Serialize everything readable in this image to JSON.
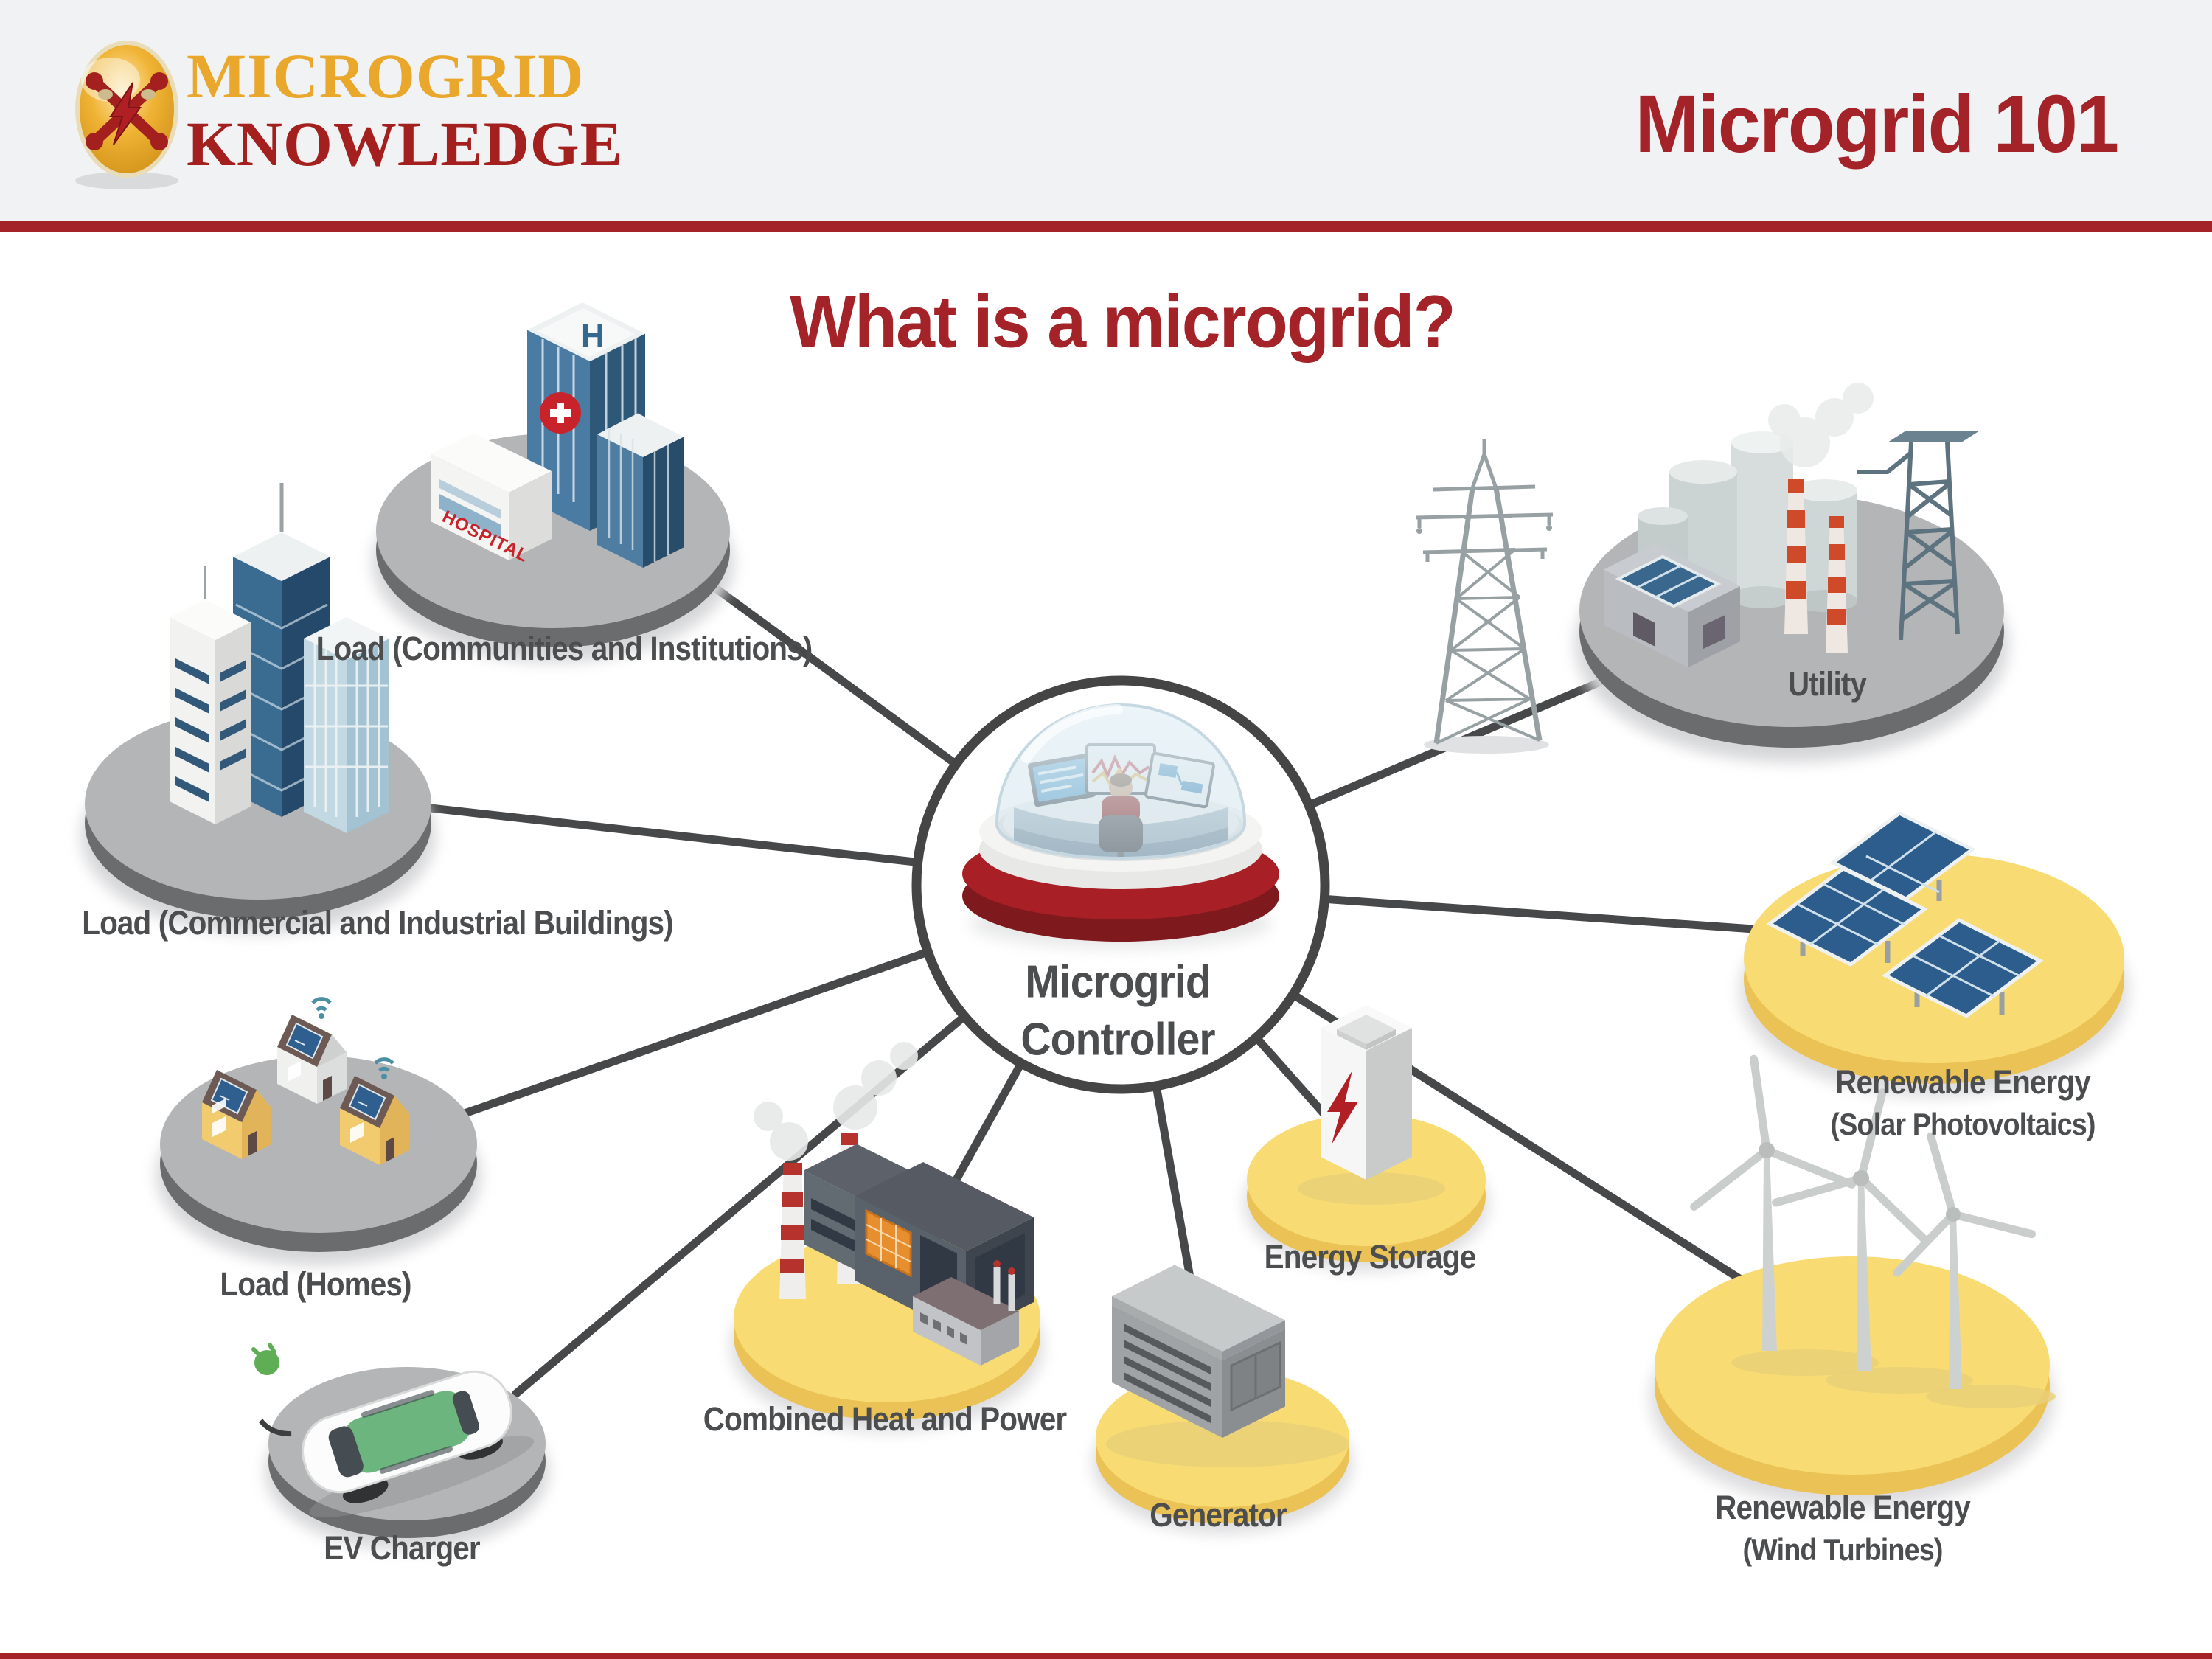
{
  "header": {
    "logo": {
      "line1": "MICROGRID",
      "line2": "KNOWLEDGE",
      "badge_icon": "crossed-utility-poles-lightning-badge"
    },
    "title": "Microgrid 101"
  },
  "main": {
    "title": "What is a microgrid?"
  },
  "hub": {
    "label_line1": "Microgrid",
    "label_line2": "Controller",
    "art": "control-room-under-glass-dome"
  },
  "nodes": [
    {
      "id": "load-communities",
      "label": "Load (Communities and Institutions)",
      "platform": "gray",
      "art": "hospital-buildings",
      "sign": "HOSPITAL",
      "helipad_letter": "H"
    },
    {
      "id": "load-commercial",
      "label": "Load (Commercial and Industrial Buildings)",
      "platform": "gray",
      "art": "office-towers"
    },
    {
      "id": "load-homes",
      "label": "Load (Homes)",
      "platform": "gray",
      "art": "houses-with-rooftop-solar"
    },
    {
      "id": "ev-charger",
      "label": "EV Charger",
      "platform": "gray",
      "art": "electric-car-with-plug"
    },
    {
      "id": "chp",
      "label": "Combined Heat and Power",
      "platform": "yellow",
      "art": "industrial-plant-smokestacks"
    },
    {
      "id": "generator",
      "label": "Generator",
      "platform": "yellow",
      "art": "generator-container"
    },
    {
      "id": "energy-storage",
      "label": "Energy Storage",
      "platform": "yellow",
      "art": "battery-with-bolt"
    },
    {
      "id": "renewable-wind",
      "label": "Renewable Energy",
      "sublabel": "(Wind Turbines)",
      "platform": "yellow",
      "art": "wind-turbines"
    },
    {
      "id": "renewable-solar",
      "label": "Renewable Energy",
      "sublabel": "(Solar Photovoltaics)",
      "platform": "yellow",
      "art": "solar-panel-arrays"
    },
    {
      "id": "utility",
      "label": "Utility",
      "platform": "gray",
      "art": "power-plant-with-transmission-tower"
    }
  ],
  "colors": {
    "brand_red": "#a42329",
    "logo_gold": "#e9a72c",
    "header_bg": "#f1f2f4",
    "label_gray": "#4b4d4f",
    "line_gray": "#474849",
    "platform_gray_top": "#b4b5b7",
    "platform_gray_side": "#6a6c6d",
    "platform_yellow_top": "#f8dc73",
    "platform_yellow_side": "#eac255",
    "hub_base_red": "#a82025",
    "solar_panel_blue": "#2d5d8c",
    "ev_green": "#6db57e"
  }
}
